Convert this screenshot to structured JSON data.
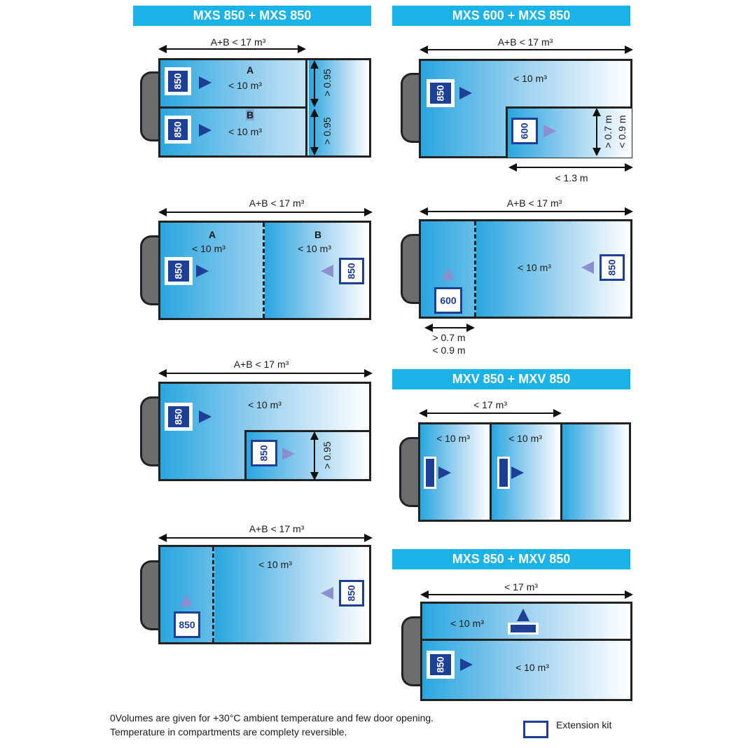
{
  "headers": [
    "MXS 850 + MXS 850",
    "MXS 600 + MXS 850",
    "MXV 850 + MXV 850",
    "MXS 850 + MXV 850"
  ],
  "labels": {
    "sum17": "A+B < 17 m³",
    "lt17": "< 17 m³",
    "lt10": "< 10 m³",
    "A": "A",
    "B": "B",
    "gt095": "> 0.95",
    "gt07": "> 0.7 m",
    "lt09": "< 0.9 m",
    "lt13": "< 1.3 m"
  },
  "units": {
    "u850": "850",
    "u600": "600"
  },
  "colors": {
    "header": "#1ab3e8",
    "unit_blue": "#1d3f96",
    "airflow_light": "#8b8fd0",
    "cab": "#6c6c6e"
  },
  "footer": {
    "note_line1": "0Volumes are given for +30°C ambient temperature and few door opening.",
    "note_line2": "Temperature in compartments are complety reversible.",
    "legend_label": "Extension kit"
  }
}
